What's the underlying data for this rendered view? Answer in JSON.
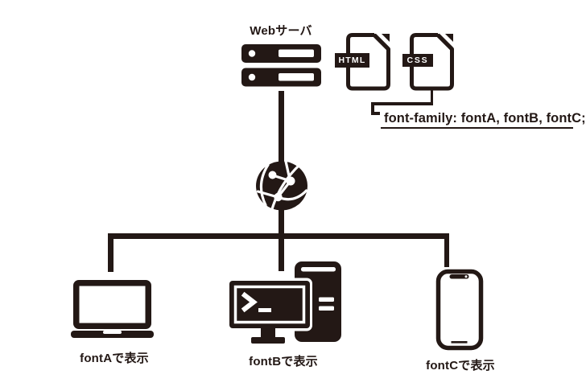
{
  "colors": {
    "ink": "#231815",
    "background": "#ffffff",
    "icon_detail": "#ffffff"
  },
  "diagram": {
    "server": {
      "label": "Webサーバ",
      "icon": "server-stack-icon"
    },
    "files": {
      "html": {
        "label": "HTML",
        "icon": "html-file-icon"
      },
      "css": {
        "label": "CSS",
        "icon": "css-file-icon"
      }
    },
    "css_rule": {
      "text": "font-family: fontA, fontB, fontC;",
      "underlined": "true"
    },
    "network": {
      "icon": "globe-network-icon"
    },
    "devices": {
      "laptop": {
        "label": "fontAで表示",
        "icon": "laptop-icon"
      },
      "desktop": {
        "label": "fontBで表示",
        "icon": "desktop-pc-terminal-icon"
      },
      "phone": {
        "label": "fontCで表示",
        "icon": "smartphone-icon"
      }
    }
  }
}
